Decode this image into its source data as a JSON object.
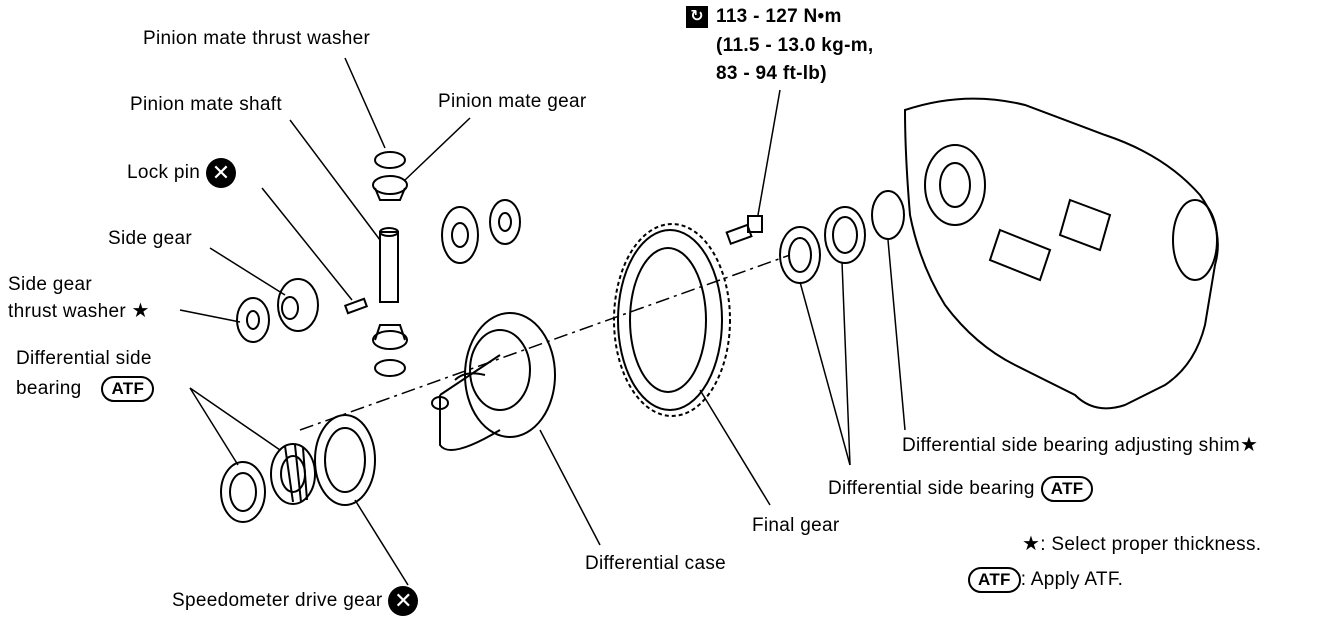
{
  "torque": {
    "line1": "113 - 127 N•m",
    "line2": "(11.5 - 13.0 kg-m,",
    "line3": "83 - 94 ft-lb)"
  },
  "labels": {
    "pinion_mate_thrust_washer": "Pinion mate thrust washer",
    "pinion_mate_shaft": "Pinion mate shaft",
    "pinion_mate_gear": "Pinion mate gear",
    "lock_pin": "Lock pin",
    "side_gear": "Side gear",
    "side_gear_thrust_washer_1": "Side gear",
    "side_gear_thrust_washer_2": "thrust washer",
    "diff_side_bearing_left_1": "Differential side",
    "diff_side_bearing_left_2": "bearing",
    "speedometer_drive_gear": "Speedometer drive gear",
    "differential_case": "Differential case",
    "final_gear": "Final gear",
    "diff_side_bearing_right": "Differential side bearing",
    "adjusting_shim": "Differential side bearing adjusting shim"
  },
  "legend": {
    "star_text": ": Select proper thickness.",
    "atf_text": ": Apply ATF."
  },
  "symbols": {
    "atf": "ATF",
    "star": "★",
    "replace": "✕",
    "torque_icon": "torque-wrench-icon"
  },
  "colors": {
    "ink": "#000000",
    "paper": "#ffffff"
  }
}
